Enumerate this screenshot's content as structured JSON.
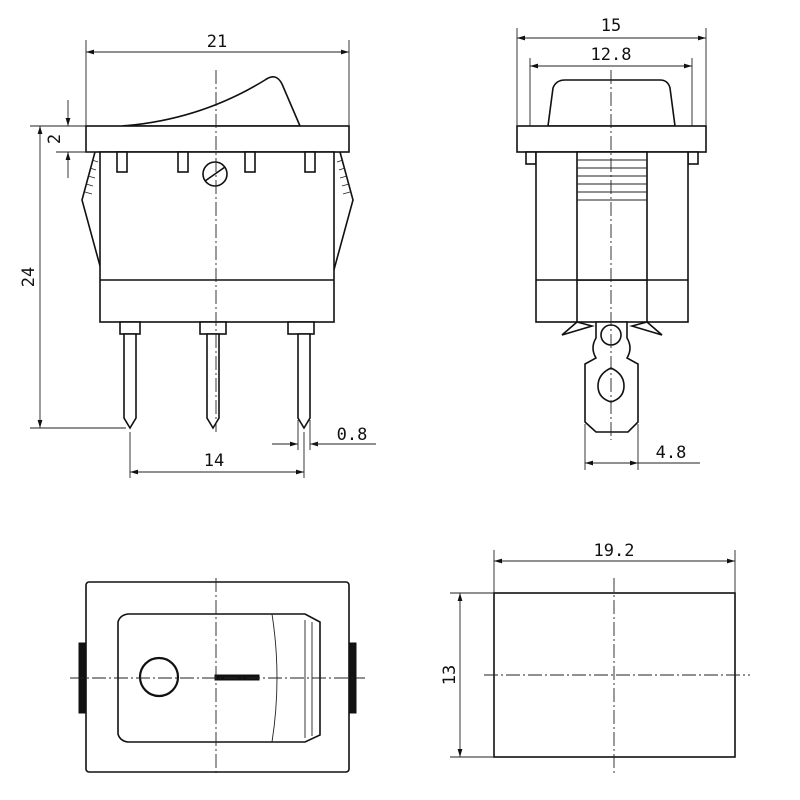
{
  "drawing_title": "",
  "dimensions": {
    "front_width": "21",
    "rocker_height": "2",
    "total_height": "24",
    "pin_pitch": "14",
    "pin_width": "0.8",
    "side_width": "15",
    "rocker_width": "12.8",
    "terminal_width": "4.8",
    "cutout_width": "19.2",
    "cutout_height": "13"
  },
  "views": [
    "front-view",
    "side-view",
    "top-view",
    "panel-cutout-view"
  ]
}
